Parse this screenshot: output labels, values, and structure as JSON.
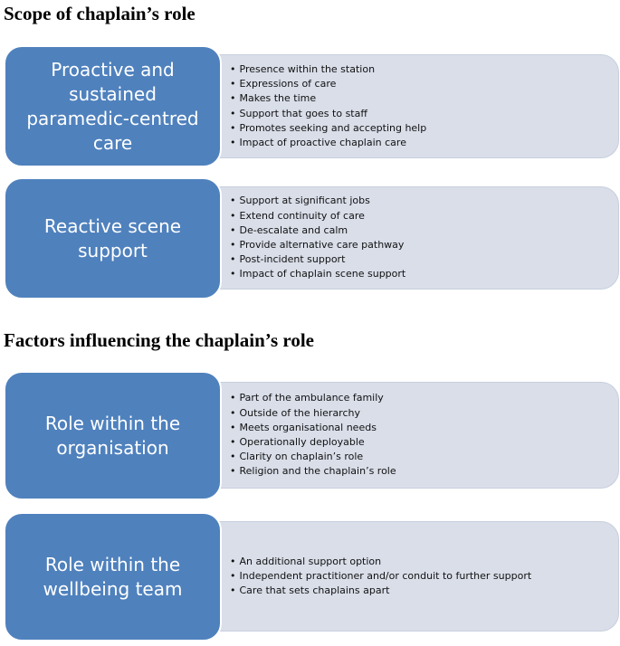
{
  "sections": [
    {
      "heading": "Scope of chaplain’s role",
      "rows": [
        {
          "label": "Proactive and sustained paramedic-centred care",
          "items": [
            "Presence within the station",
            "Expressions of care",
            "Makes the time",
            "Support that goes to staff",
            "Promotes seeking and accepting help",
            "Impact of proactive chaplain care"
          ]
        },
        {
          "label": "Reactive scene support",
          "items": [
            "Support at significant jobs",
            "Extend continuity of care",
            "De-escalate and calm",
            "Provide alternative care pathway",
            "Post-incident support",
            "Impact of chaplain scene support"
          ]
        }
      ]
    },
    {
      "heading": "Factors influencing the chaplain’s role",
      "rows": [
        {
          "label": "Role within the organisation",
          "items": [
            "Part of the ambulance family",
            "Outside of the hierarchy",
            "Meets organisational needs",
            "Operationally deployable",
            "Clarity on chaplain’s role",
            "Religion and the chaplain’s role"
          ]
        },
        {
          "label": "Role within the wellbeing team",
          "items": [
            "An additional support option",
            "Independent practitioner and/or conduit to further support",
            "Care that sets chaplains apart"
          ]
        }
      ]
    }
  ],
  "colors": {
    "box_fill": "#4f81bd",
    "box_text": "#ffffff",
    "detail_fill": "#d9dee9"
  }
}
